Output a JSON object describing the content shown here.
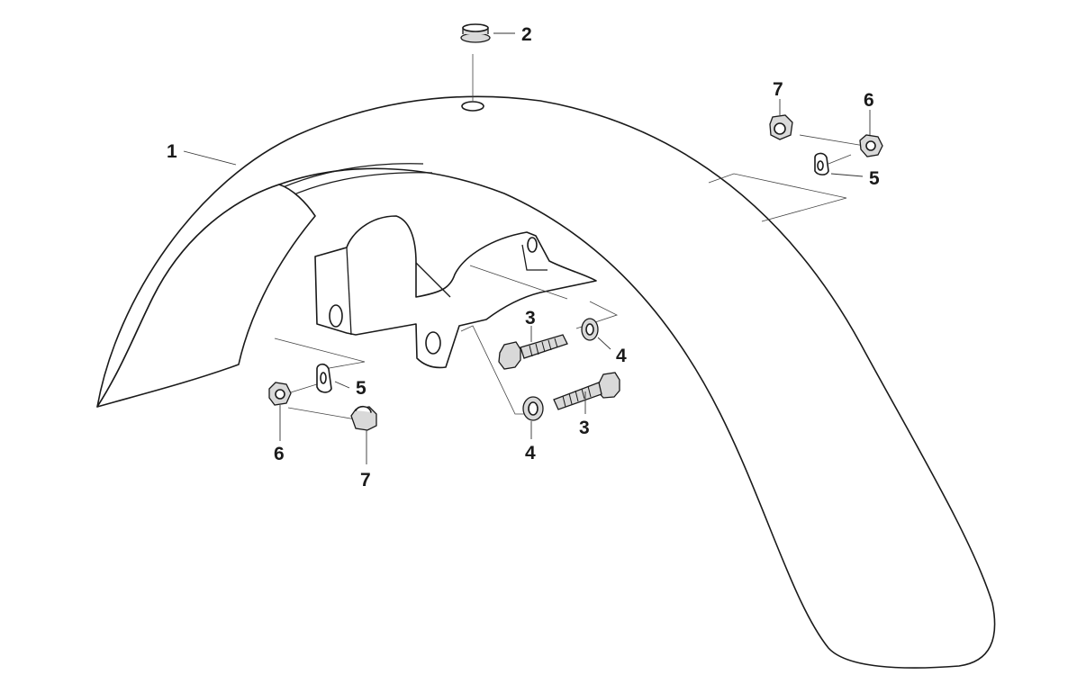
{
  "diagram": {
    "callouts": [
      {
        "id": "fender",
        "label": "1"
      },
      {
        "id": "grommet",
        "label": "2"
      },
      {
        "id": "bolt-upper",
        "label": "3"
      },
      {
        "id": "bolt-lower",
        "label": "3"
      },
      {
        "id": "washer-upper",
        "label": "4"
      },
      {
        "id": "washer-lower",
        "label": "4"
      },
      {
        "id": "tab-washer-right",
        "label": "5"
      },
      {
        "id": "tab-washer-left",
        "label": "5"
      },
      {
        "id": "nut-right",
        "label": "6"
      },
      {
        "id": "nut-left",
        "label": "6"
      },
      {
        "id": "acorn-nut-right",
        "label": "7"
      },
      {
        "id": "acorn-nut-left",
        "label": "7"
      }
    ],
    "colors": {
      "line": "#1a1a1a",
      "part_fill": "#ffffff",
      "hardware_fill": "#d9d9d9"
    }
  }
}
